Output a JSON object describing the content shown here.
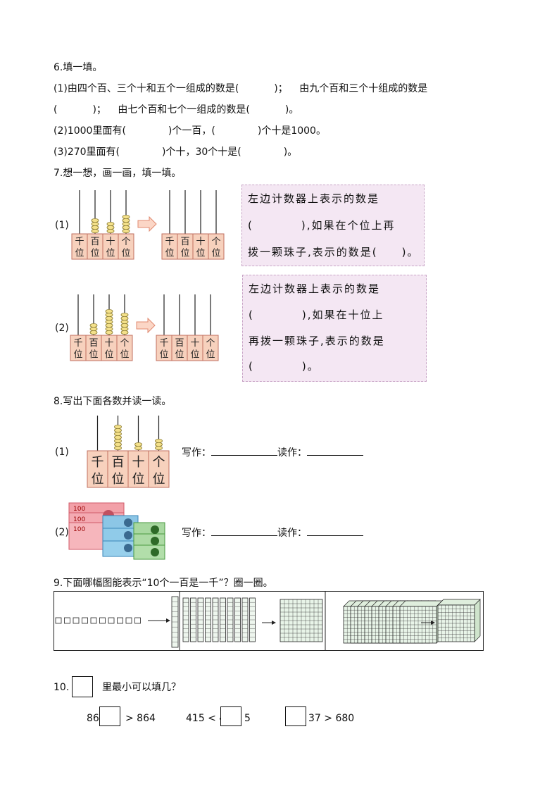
{
  "q6": {
    "title": "6.填一填。",
    "l1a": "(1)由四个百、三个十和五个一组成的数是(",
    "l1b": ")；",
    "l1c": "由九个百和三个十组成的数是",
    "l2a": "(",
    "l2b": ")；",
    "l2c": "由七个百和七个一组成的数是(",
    "l2d": ")。",
    "l3a": "(2)1000里面有(",
    "l3b": ")个一百，(",
    "l3c": ")个十是1000。",
    "l4a": "(3)270里面有(",
    "l4b": ")个十，30个十是(",
    "l4c": ")。"
  },
  "q7": {
    "title": "7.想一想，画一画，填一填。",
    "p1_label": "(1)",
    "p2_label": "(2)",
    "places": [
      "千位",
      "百位",
      "十位",
      "个位"
    ],
    "box1": [
      "左边计数器上表示的数是",
      "(　　　　),如果在个位上再",
      "拨一颗珠子,表示的数是(　　)。"
    ],
    "box2": [
      "左边计数器上表示的数是",
      "(　　　　),如果在十位上",
      "再拨一颗珠子,表示的数是",
      "(　　　　)。"
    ]
  },
  "q8": {
    "title": "8.写出下面各数并读一读。",
    "p1_label": "(1)",
    "p2_label": "(2)",
    "write": "写作：",
    "read": "读作：",
    "places": [
      "千位",
      "百位",
      "十位",
      "个位"
    ],
    "note_value": "100"
  },
  "q9": {
    "title": "9.下面哪幅图能表示“10个一百是一千”？圈一圈。"
  },
  "q10": {
    "title_num": "10.",
    "title_text": "里最小可以填几？",
    "e1a": "86",
    "e1b": "> 864",
    "e2a": "415 < 4",
    "e2b": "5",
    "e3b": "37 > 680"
  }
}
